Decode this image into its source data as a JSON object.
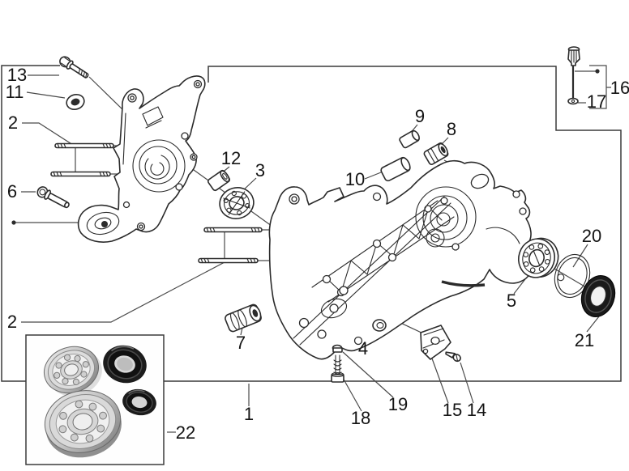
{
  "figure": {
    "kind": "exploded-parts-diagram",
    "subject": "engine crankcase assembly with bearing kit inset"
  },
  "colors": {
    "background": "#ffffff",
    "line": "#2b2b2b",
    "leader": "#4a4a4a",
    "label": "#141414",
    "frame": "#3a3a3a",
    "seal_black": "#1a1a1a",
    "bearing_metal": "#c9c9c9"
  },
  "callouts": {
    "c1": "1",
    "c2_upper": "2",
    "c2_lower": "2",
    "c3": "3",
    "c4": "4",
    "c5": "5",
    "c6": "6",
    "c7": "7",
    "c8": "8",
    "c9": "9",
    "c10": "10",
    "c11": "11",
    "c12": "12",
    "c13": "13",
    "c14": "14",
    "c15": "15",
    "c16": "16",
    "c17": "17",
    "c18": "18",
    "c19": "19",
    "c20": "20",
    "c21": "21",
    "c22": "22"
  }
}
